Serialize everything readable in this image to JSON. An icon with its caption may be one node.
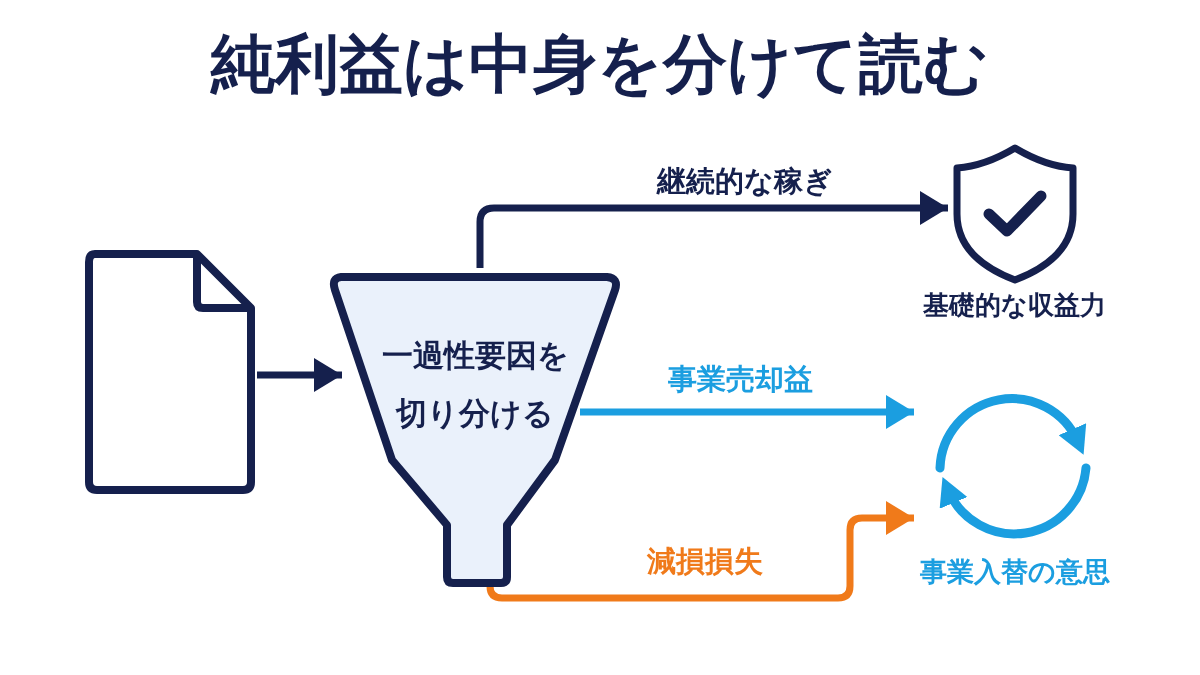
{
  "diagram": {
    "title": "純利益は中身を分けて読む",
    "nodes": [
      {
        "text": [],
        "shape": "document"
      },
      {
        "text": [
          "一過性要因を切り分ける"
        ]
      },
      {
        "text": [
          "基礎的な収益力"
        ]
      },
      {
        "text": [
          "事業入替の意思"
        ]
      }
    ],
    "edges": [
      {
        "from": 0,
        "to": 1,
        "arrow": "to"
      },
      {
        "from": 1,
        "to": 2,
        "arrow": "to",
        "label": "継続的な稼ぎ"
      },
      {
        "from": 1,
        "to": 3,
        "arrow": "to",
        "label": "事業売却益",
        "color": "#1b9ee0"
      },
      {
        "from": 1,
        "to": 3,
        "arrow": "to",
        "label": "減損損失",
        "color": "#f07a1a"
      }
    ]
  }
}
